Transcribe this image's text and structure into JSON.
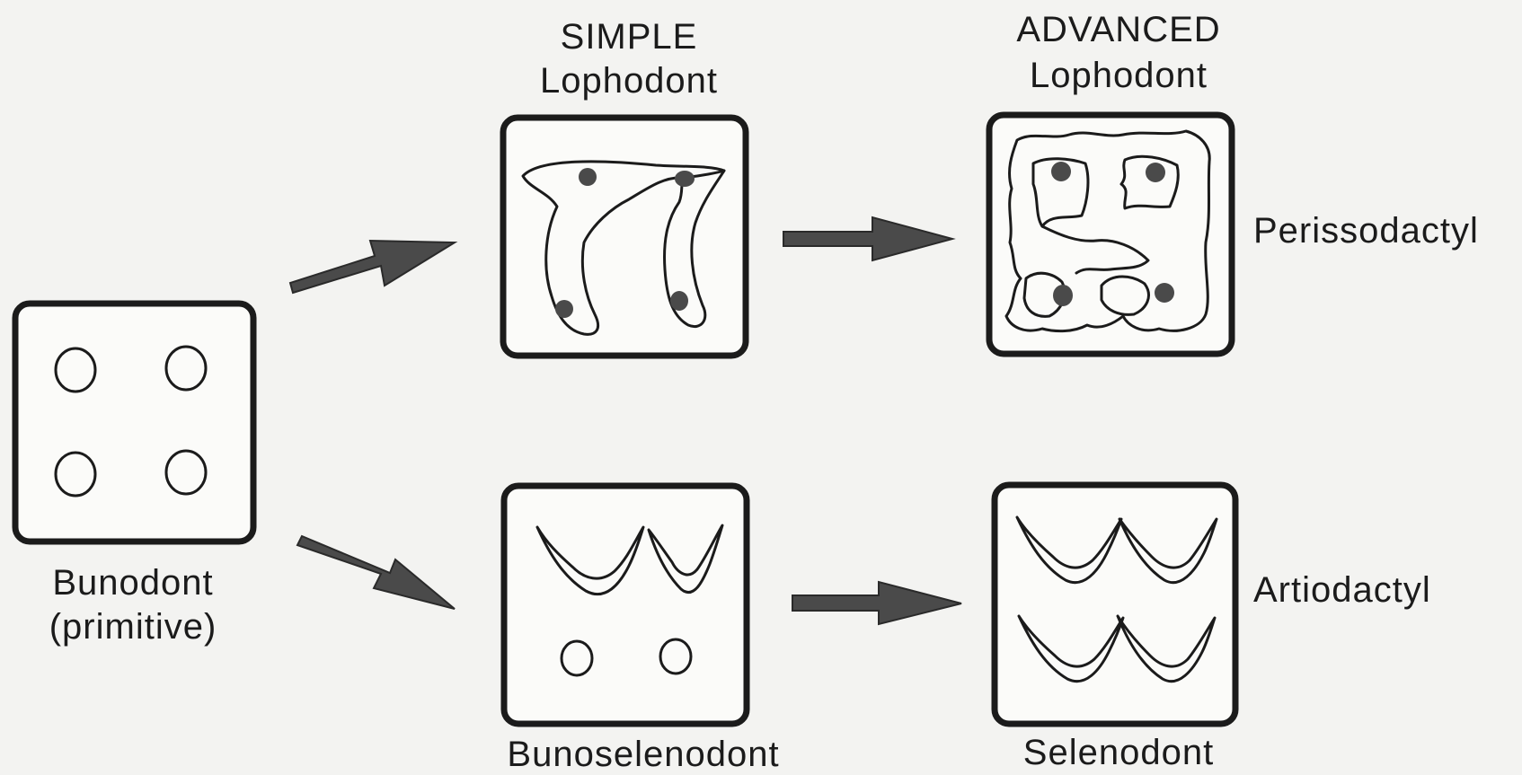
{
  "labels": {
    "bunodont": "Bunodont",
    "bunodont_note": "(primitive)",
    "simple_prefix": "SIMPLE",
    "simple_name": "Lophodont",
    "advanced_prefix": "ADVANCED",
    "advanced_name": "Lophodont",
    "bunoselenodont": "Bunoselenodont",
    "selenodont": "Selenodont",
    "perissodactyl": "Perissodactyl",
    "artiodactyl": "Artiodactyl"
  }
}
